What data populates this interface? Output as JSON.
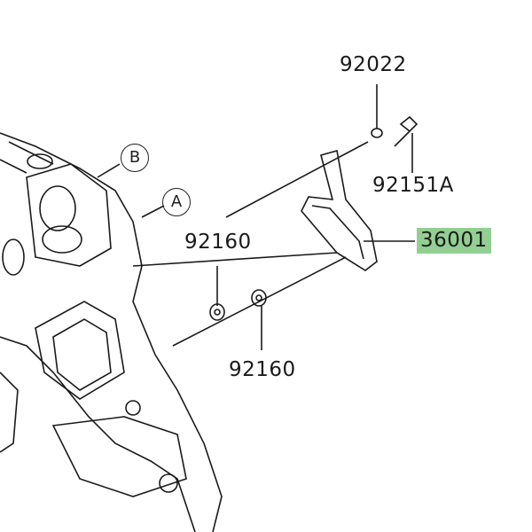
{
  "parts": {
    "washer": "92022",
    "bolt": "92151A",
    "bracket": "36001",
    "damper_upper": "92160",
    "damper_lower": "92160"
  },
  "callouts": {
    "b": "B",
    "a": "A"
  },
  "colors": {
    "highlight": "#93cf93",
    "line": "#1a1a1a"
  }
}
